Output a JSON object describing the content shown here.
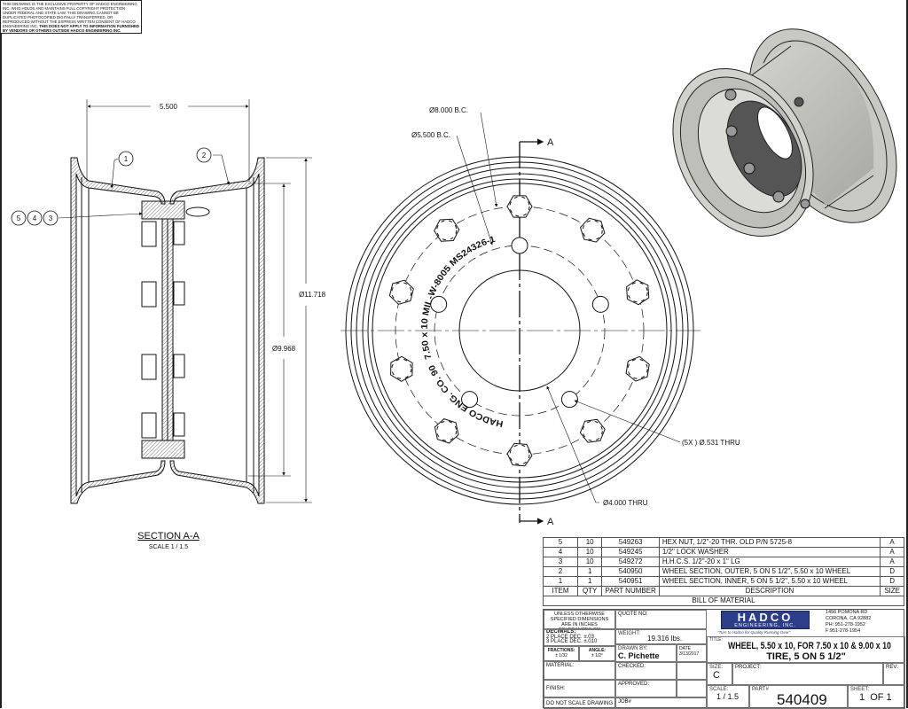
{
  "notice": {
    "text": "THIS DRAWING IS THE EXCLUSIVE PROPERTY OF HADCO ENGINEERING INC. WHO HOLDS AND MAINTAINS FULL COPYRIGHT PROTECTION UNDER FEDERAL AND STATE LAW. THIS DRAWING CANNOT BE DUPLICATED PHOTOCOPIED DIGITALLY TRANSFERRED, OR REPRODUCED WITHOUT THE EXPRESS WRITTEN CONSENT OF HADCO ENGINEERING INC.",
    "bold": "THIS DOES NOT APPLY TO INFORMATION FURNISHED BY VENDORS OR OTHERS OUTSIDE HADCO ENGINEERING INC."
  },
  "section": {
    "title": "SECTION A-A",
    "scale": "SCALE 1 / 1.5",
    "dim_width": "5.500",
    "dim_outer": "Ø11.718",
    "dim_inner": "Ø9.968",
    "balloons": [
      "1",
      "2",
      "5",
      "4",
      "3"
    ]
  },
  "front": {
    "bc8": "Ø8.000 B.C.",
    "bc55": "Ø5.500 B.C.",
    "holes": "(5X ) Ø.531 THRU",
    "center": "Ø4.000 THRU",
    "cut_label": "A",
    "stamp_lower": "HADCO ENG. CO. 907",
    "stamp_upper": "7.50 x 10  MIL-W-8005  MS24326-1"
  },
  "bom": {
    "rows": [
      {
        "item": "5",
        "qty": "10",
        "part": "549263",
        "desc": "HEX NUT, 1/2\"-20 THR. OLD P/N 5725-8",
        "size": "A"
      },
      {
        "item": "4",
        "qty": "10",
        "part": "549245",
        "desc": "1/2\" LOCK WASHER",
        "size": "A"
      },
      {
        "item": "3",
        "qty": "10",
        "part": "549272",
        "desc": "H.H.C.S. 1/2\"-20 x 1\" LG",
        "size": "A"
      },
      {
        "item": "2",
        "qty": "1",
        "part": "540950",
        "desc": "WHEEL SECTION, OUTER, 5 ON 5 1/2\", 5.50 x 10 WHEEL",
        "size": "D"
      },
      {
        "item": "1",
        "qty": "1",
        "part": "540951",
        "desc": "WHEEL SECTION, INNER, 5 ON 5 1/2\", 5.50 x 10 WHEEL",
        "size": "D"
      }
    ],
    "headers": {
      "item": "ITEM",
      "qty": "QTY",
      "part": "PART NUMBER",
      "desc": "DESCRIPTION",
      "size": "SIZE"
    },
    "title": "BILL OF MATERIAL"
  },
  "titleblock": {
    "tolerance_note": "UNLESS OTHERWISE SPECIFIED DIMENSIONS ARE IN INCHES TOLERANCES ON",
    "decimals_label": "DECIMALS:",
    "dec2": "2 PLACE DEC. ±.03",
    "dec3": "3 PLACE DEC. ±.010",
    "fractions_label": "FRACTIONS:",
    "fractions": "± 1/32",
    "angle_label": "ANGLE:",
    "angle": "± 1/2°",
    "material_label": "MATERIAL:",
    "finish_label": "FINISH:",
    "no_scale": "DO NOT SCALE DRAWING",
    "quote_label": "QUOTE NO:",
    "weight_label": "WEIGHT:",
    "weight": "19.316 lbs.",
    "drawn_label": "DRAWN BY:",
    "drawn_by": "C. Pichette",
    "date_label": "DATE",
    "date": "3/13/2017",
    "checked_label": "CHECKED:",
    "approved_label": "APPROVED:",
    "job_label": "JOB#",
    "company": "HADCO",
    "company_sub": "ENGINEERING, INC.",
    "tagline": "\"Turn to Hadco for Quality Running Gear\"",
    "address": [
      "1456 POMONA RD",
      "CORONA, CA 92882",
      "PH: 951-278-1952",
      "F:951-278-1954"
    ],
    "title_label": "TITLE:",
    "title_line1": "WHEEL, 5.50 x 10, FOR 7.50 x 10  & 9.00 x 10",
    "title_line2": "TIRE, 5 ON 5 1/2\"",
    "size_label": "SIZE:",
    "size": "C",
    "project_label": "PROJECT:",
    "rev_label": "REV:",
    "scale_label": "SCALE:",
    "scale": "1 / 1.5",
    "part_label": "PART#",
    "part": "540409",
    "sheet_label": "SHEET:",
    "sheet": "1  OF 1",
    "brand_color": "#2b3e8c"
  }
}
